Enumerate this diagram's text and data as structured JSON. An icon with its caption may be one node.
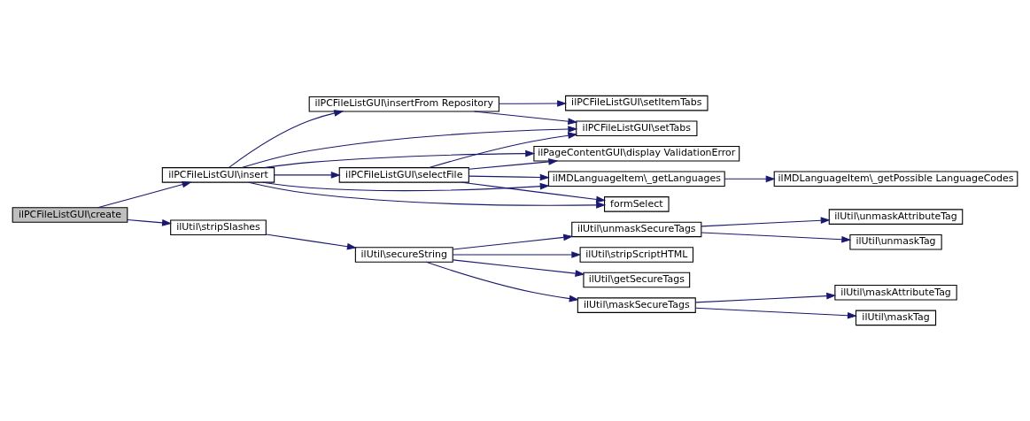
{
  "diagram": {
    "nodes": [
      {
        "text": [
          "ilPCFileListGUI\\create"
        ]
      },
      {
        "text": [
          "ilPCFileListGUI\\insert"
        ]
      },
      {
        "text": [
          "ilUtil\\stripSlashes"
        ]
      },
      {
        "text": [
          "ilPCFileListGUI\\insertFrom Repository"
        ]
      },
      {
        "text": [
          "ilPCFileListGUI\\selectFile"
        ]
      },
      {
        "text": [
          "ilPCFileListGUI\\setItemTabs"
        ]
      },
      {
        "text": [
          "ilPCFileListGUI\\setTabs"
        ]
      },
      {
        "text": [
          "ilPageContentGUI\\display ValidationError"
        ]
      },
      {
        "text": [
          "ilMDLanguageItem\\_getLanguages"
        ]
      },
      {
        "text": [
          "formSelect"
        ]
      },
      {
        "text": [
          "ilMDLanguageItem\\_getPossible LanguageCodes"
        ]
      },
      {
        "text": [
          "ilUtil\\secureString"
        ]
      },
      {
        "text": [
          "ilUtil\\maskSecureTags"
        ]
      },
      {
        "text": [
          "ilUtil\\unmaskSecureTags"
        ]
      },
      {
        "text": [
          "ilUtil\\stripScriptHTML"
        ]
      },
      {
        "text": [
          "ilUtil\\getSecureTags"
        ]
      },
      {
        "text": [
          "ilUtil\\maskTag"
        ]
      },
      {
        "text": [
          "ilUtil\\maskAttributeTag"
        ]
      },
      {
        "text": [
          "ilUtil\\unmaskTag"
        ]
      },
      {
        "text": [
          "ilUtil\\unmaskAttributeTag"
        ]
      }
    ],
    "edges": [
      {
        "from": 0,
        "to": 1,
        "arrow": "to"
      },
      {
        "from": 0,
        "to": 2,
        "arrow": "to"
      },
      {
        "from": 1,
        "to": 3,
        "arrow": "to"
      },
      {
        "from": 1,
        "to": 6,
        "arrow": "to"
      },
      {
        "from": 1,
        "to": 7,
        "arrow": "to"
      },
      {
        "from": 1,
        "to": 4,
        "arrow": "to"
      },
      {
        "from": 1,
        "to": 8,
        "arrow": "to"
      },
      {
        "from": 1,
        "to": 9,
        "arrow": "to"
      },
      {
        "from": 3,
        "to": 5,
        "arrow": "to"
      },
      {
        "from": 3,
        "to": 6,
        "arrow": "to"
      },
      {
        "from": 4,
        "to": 6,
        "arrow": "to"
      },
      {
        "from": 4,
        "to": 7,
        "arrow": "to"
      },
      {
        "from": 4,
        "to": 8,
        "arrow": "to"
      },
      {
        "from": 4,
        "to": 9,
        "arrow": "to"
      },
      {
        "from": 8,
        "to": 10,
        "arrow": "to"
      },
      {
        "from": 2,
        "to": 11,
        "arrow": "to"
      },
      {
        "from": 11,
        "to": 12,
        "arrow": "to"
      },
      {
        "from": 11,
        "to": 13,
        "arrow": "to"
      },
      {
        "from": 11,
        "to": 14,
        "arrow": "to"
      },
      {
        "from": 11,
        "to": 15,
        "arrow": "to"
      },
      {
        "from": 12,
        "to": 16,
        "arrow": "to"
      },
      {
        "from": 12,
        "to": 17,
        "arrow": "to"
      },
      {
        "from": 13,
        "to": 18,
        "arrow": "to"
      },
      {
        "from": 13,
        "to": 19,
        "arrow": "to"
      }
    ]
  }
}
